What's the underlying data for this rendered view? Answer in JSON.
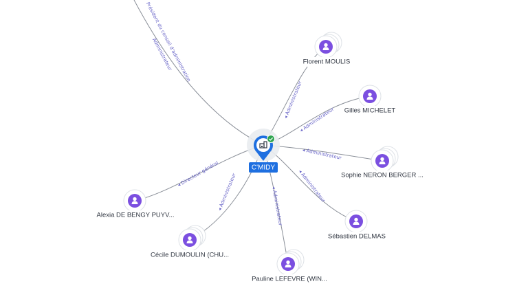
{
  "center": {
    "label": "C'MIDY",
    "icon": "building-icon",
    "verified_icon": "check-badge-icon",
    "colors": {
      "pin": "#1e6fe0",
      "badge": "#2ea44f"
    }
  },
  "person_icon": "person-icon",
  "colors": {
    "node": "#7b4fe0",
    "edge": "#8a8f98",
    "edge_label": "#6a66c8"
  },
  "people": [
    {
      "name": "Florent MOULIS",
      "role": "Administrateur"
    },
    {
      "name": "Gilles MICHELET",
      "role": "Administrateur"
    },
    {
      "name": "Sophie NERON BERGER ...",
      "role": "Administrateur"
    },
    {
      "name": "Sébastien DELMAS",
      "role": "Administrateur"
    },
    {
      "name": "Pauline LEFEVRE (WIN...",
      "role": "Administrateur"
    },
    {
      "name": "Cécile DUMOULIN (CHU...",
      "role": "Administrateur"
    },
    {
      "name": "Alexia DE BENGY PUYV...",
      "role": "Directeur général"
    }
  ],
  "offscreen_link": {
    "roles": [
      "Président du conseil d'administration",
      "Administrateur"
    ]
  }
}
